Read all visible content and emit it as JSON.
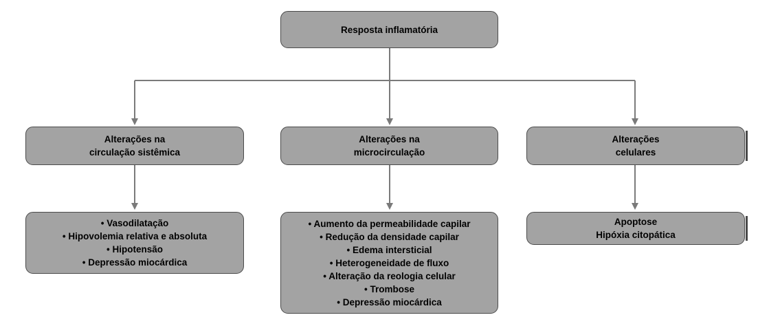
{
  "diagram": {
    "root": {
      "lines": [
        "Resposta inflamatória"
      ]
    },
    "columns": [
      {
        "category": {
          "lines": [
            "Alterações na",
            "circulação sistêmica"
          ]
        },
        "details": {
          "lines": [
            "• Vasodilatação",
            "• Hipovolemia relativa e absoluta",
            "• Hipotensão",
            "• Depressão miocárdica"
          ]
        }
      },
      {
        "category": {
          "lines": [
            "Alterações na",
            "microcirculação"
          ]
        },
        "details": {
          "lines": [
            "• Aumento da permeabilidade capilar",
            "• Redução da densidade capilar",
            "• Edema intersticial",
            "• Heterogeneidade de fluxo",
            "• Alteração da reologia celular",
            "• Trombose",
            "• Depressão miocárdica"
          ]
        }
      },
      {
        "category": {
          "lines": [
            "Alterações",
            "celulares"
          ]
        },
        "details": {
          "lines": [
            "Apoptose",
            "Hipóxia citopática"
          ]
        }
      }
    ]
  },
  "colors": {
    "box_fill": "#a3a3a3",
    "box_border": "#4a4a4a",
    "connector": "#7a7a7a"
  }
}
